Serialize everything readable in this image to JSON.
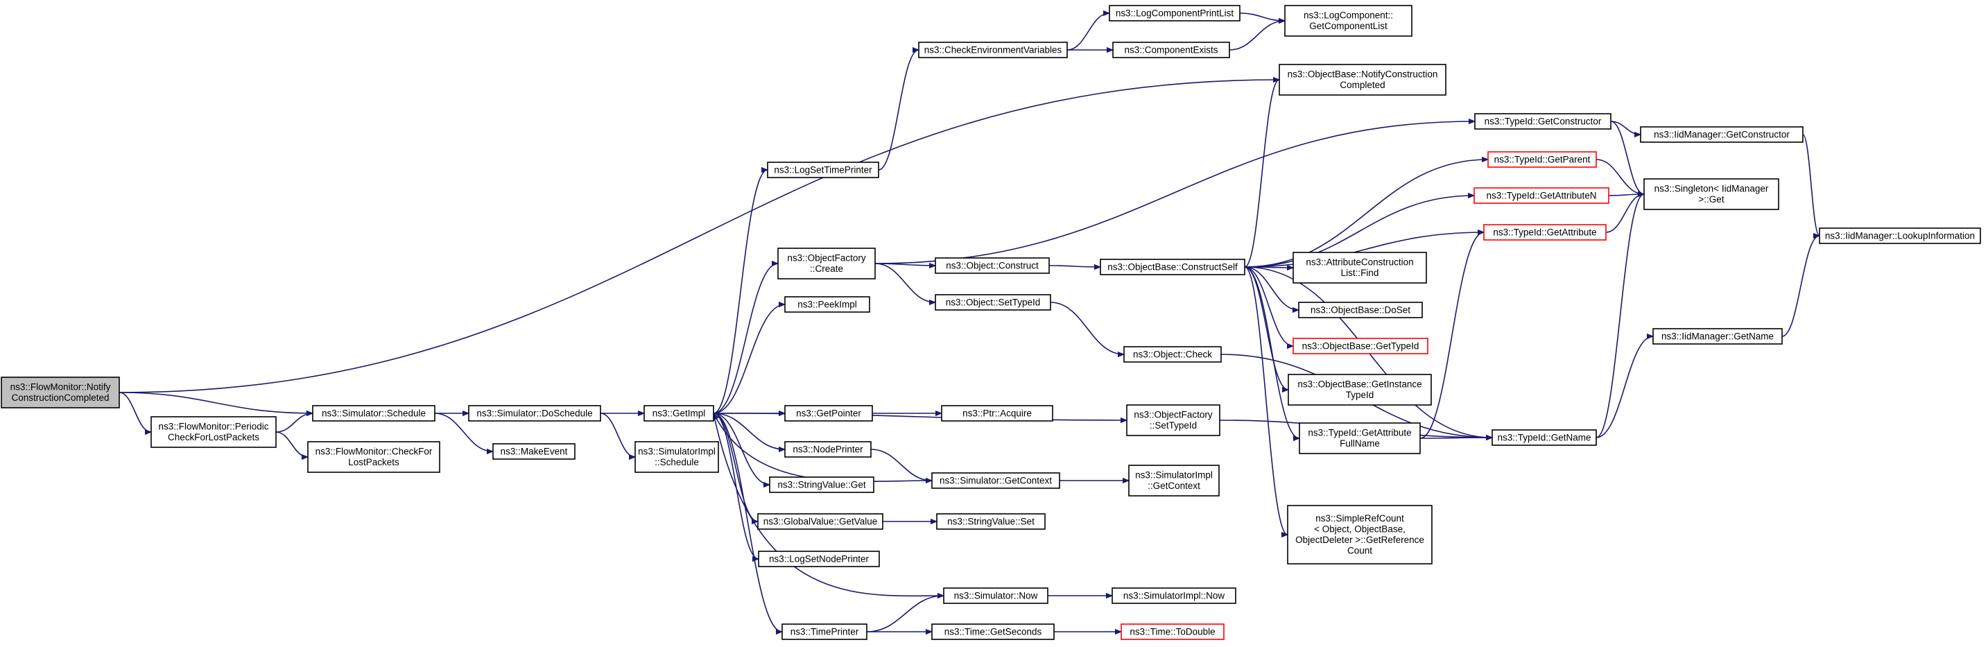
{
  "nodes": [
    {
      "id": "root",
      "lines": [
        "ns3::FlowMonitor::Notify",
        "ConstructionCompleted"
      ],
      "root": true
    },
    {
      "id": "periodic",
      "lines": [
        "ns3::FlowMonitor::Periodic",
        "CheckForLostPackets"
      ]
    },
    {
      "id": "checkfor",
      "lines": [
        "ns3::FlowMonitor::CheckFor",
        "LostPackets"
      ]
    },
    {
      "id": "schedule",
      "lines": [
        "ns3::Simulator::Schedule"
      ]
    },
    {
      "id": "makeevent",
      "lines": [
        "ns3::MakeEvent"
      ]
    },
    {
      "id": "doschedule",
      "lines": [
        "ns3::Simulator::DoSchedule"
      ]
    },
    {
      "id": "simimplsched",
      "lines": [
        "ns3::SimulatorImpl",
        "::Schedule"
      ]
    },
    {
      "id": "getimpl",
      "lines": [
        "ns3::GetImpl"
      ]
    },
    {
      "id": "logsettime",
      "lines": [
        "ns3::LogSetTimePrinter"
      ]
    },
    {
      "id": "checkenv",
      "lines": [
        "ns3::CheckEnvironmentVariables"
      ]
    },
    {
      "id": "logcomplist",
      "lines": [
        "ns3::LogComponentPrintList"
      ]
    },
    {
      "id": "compexists",
      "lines": [
        "ns3::ComponentExists"
      ]
    },
    {
      "id": "getcomplist",
      "lines": [
        "ns3::LogComponent::",
        "GetComponentList"
      ]
    },
    {
      "id": "notifyconst",
      "lines": [
        "ns3::ObjectBase::NotifyConstruction",
        "Completed"
      ]
    },
    {
      "id": "objfactcreate",
      "lines": [
        "ns3::ObjectFactory",
        "::Create"
      ]
    },
    {
      "id": "peekimpl",
      "lines": [
        "ns3::PeekImpl"
      ]
    },
    {
      "id": "getpointer",
      "lines": [
        "ns3::GetPointer"
      ]
    },
    {
      "id": "nodeprinter",
      "lines": [
        "ns3::NodePrinter"
      ]
    },
    {
      "id": "stringvalget",
      "lines": [
        "ns3::StringValue::Get"
      ]
    },
    {
      "id": "globalvalget",
      "lines": [
        "ns3::GlobalValue::GetValue"
      ]
    },
    {
      "id": "logsetnode",
      "lines": [
        "ns3::LogSetNodePrinter"
      ]
    },
    {
      "id": "timeprinter",
      "lines": [
        "ns3::TimePrinter"
      ]
    },
    {
      "id": "objconstruct",
      "lines": [
        "ns3::Object::Construct"
      ]
    },
    {
      "id": "objsettypeid",
      "lines": [
        "ns3::Object::SetTypeId"
      ]
    },
    {
      "id": "ptracquire",
      "lines": [
        "ns3::Ptr::Acquire"
      ]
    },
    {
      "id": "simgetcontext",
      "lines": [
        "ns3::Simulator::GetContext"
      ]
    },
    {
      "id": "stringvalset",
      "lines": [
        "ns3::StringValue::Set"
      ]
    },
    {
      "id": "simnow",
      "lines": [
        "ns3::Simulator::Now"
      ]
    },
    {
      "id": "timegetsec",
      "lines": [
        "ns3::Time::GetSeconds"
      ]
    },
    {
      "id": "objbaseconstself",
      "lines": [
        "ns3::ObjectBase::ConstructSelf"
      ]
    },
    {
      "id": "objcheck",
      "lines": [
        "ns3::Object::Check"
      ]
    },
    {
      "id": "objfactsettype",
      "lines": [
        "ns3::ObjectFactory",
        "::SetTypeId"
      ]
    },
    {
      "id": "simimplgetctx",
      "lines": [
        "ns3::SimulatorImpl",
        "::GetContext"
      ]
    },
    {
      "id": "simimplnow",
      "lines": [
        "ns3::SimulatorImpl::Now"
      ]
    },
    {
      "id": "timetodouble",
      "lines": [
        "ns3::Time::ToDouble"
      ],
      "red": true
    },
    {
      "id": "attrconstfind",
      "lines": [
        "ns3::AttributeConstruction",
        "List::Find"
      ]
    },
    {
      "id": "objbasedoset",
      "lines": [
        "ns3::ObjectBase::DoSet"
      ]
    },
    {
      "id": "objbasegettype",
      "lines": [
        "ns3::ObjectBase::GetTypeId"
      ],
      "red": true
    },
    {
      "id": "objbasegetinst",
      "lines": [
        "ns3::ObjectBase::GetInstance",
        "TypeId"
      ]
    },
    {
      "id": "typeidgetattrfull",
      "lines": [
        "ns3::TypeId::GetAttribute",
        "FullName"
      ]
    },
    {
      "id": "simplerefcount",
      "lines": [
        "ns3::SimpleRefCount",
        "< Object, ObjectBase,",
        "ObjectDeleter >::GetReference",
        "Count"
      ]
    },
    {
      "id": "typeidgetconst",
      "lines": [
        "ns3::TypeId::GetConstructor"
      ]
    },
    {
      "id": "typeidgetparent",
      "lines": [
        "ns3::TypeId::GetParent"
      ],
      "red": true
    },
    {
      "id": "typeidgetattrn",
      "lines": [
        "ns3::TypeId::GetAttributeN"
      ],
      "red": true
    },
    {
      "id": "typeidgetattr",
      "lines": [
        "ns3::TypeId::GetAttribute"
      ],
      "red": true
    },
    {
      "id": "typeidgetname",
      "lines": [
        "ns3::TypeId::GetName"
      ]
    },
    {
      "id": "iidmgrgetconst",
      "lines": [
        "ns3::IidManager::GetConstructor"
      ]
    },
    {
      "id": "singleton",
      "lines": [
        "ns3::Singleton< IidManager",
        ">::Get"
      ]
    },
    {
      "id": "iidmgrgetname",
      "lines": [
        "ns3::IidManager::GetName"
      ]
    },
    {
      "id": "iidmgrlookup",
      "lines": [
        "ns3::IidManager::LookupInformation"
      ]
    }
  ],
  "edges": [
    [
      "root",
      "notifyconst"
    ],
    [
      "root",
      "schedule"
    ],
    [
      "root",
      "periodic"
    ],
    [
      "periodic",
      "schedule"
    ],
    [
      "periodic",
      "checkfor"
    ],
    [
      "schedule",
      "doschedule"
    ],
    [
      "schedule",
      "makeevent"
    ],
    [
      "doschedule",
      "getimpl"
    ],
    [
      "doschedule",
      "simimplsched"
    ],
    [
      "getimpl",
      "logsettime"
    ],
    [
      "getimpl",
      "objfactcreate"
    ],
    [
      "getimpl",
      "peekimpl"
    ],
    [
      "getimpl",
      "objfactsettype"
    ],
    [
      "getimpl",
      "getpointer"
    ],
    [
      "getimpl",
      "nodeprinter"
    ],
    [
      "getimpl",
      "stringvalget"
    ],
    [
      "getimpl",
      "globalvalget"
    ],
    [
      "getimpl",
      "logsetnode"
    ],
    [
      "getimpl",
      "timeprinter"
    ],
    [
      "logsettime",
      "checkenv"
    ],
    [
      "checkenv",
      "logcomplist"
    ],
    [
      "checkenv",
      "compexists"
    ],
    [
      "logcomplist",
      "getcomplist"
    ],
    [
      "compexists",
      "getcomplist"
    ],
    [
      "objfactcreate",
      "typeidgetconst"
    ],
    [
      "objfactcreate",
      "objconstruct"
    ],
    [
      "objfactcreate",
      "objsettypeid"
    ],
    [
      "objconstruct",
      "objbaseconstself"
    ],
    [
      "objsettypeid",
      "objcheck"
    ],
    [
      "objcheck",
      "typeidgetname"
    ],
    [
      "getpointer",
      "ptracquire"
    ],
    [
      "nodeprinter",
      "simgetcontext"
    ],
    [
      "simgetcontext",
      "getimpl"
    ],
    [
      "simgetcontext",
      "simimplgetctx"
    ],
    [
      "globalvalget",
      "stringvalset"
    ],
    [
      "timeprinter",
      "simnow"
    ],
    [
      "timeprinter",
      "timegetsec"
    ],
    [
      "simnow",
      "getimpl"
    ],
    [
      "simnow",
      "simimplnow"
    ],
    [
      "timegetsec",
      "timetodouble"
    ],
    [
      "objfactsettype",
      "typeidgetname"
    ],
    [
      "objbaseconstself",
      "notifyconst"
    ],
    [
      "objbaseconstself",
      "typeidgetparent"
    ],
    [
      "objbaseconstself",
      "typeidgetattrn"
    ],
    [
      "objbaseconstself",
      "typeidgetattr"
    ],
    [
      "objbaseconstself",
      "attrconstfind"
    ],
    [
      "objbaseconstself",
      "objbasedoset"
    ],
    [
      "objbaseconstself",
      "objbasegettype"
    ],
    [
      "objbaseconstself",
      "objbasegetinst"
    ],
    [
      "objbaseconstself",
      "typeidgetattrfull"
    ],
    [
      "objbaseconstself",
      "simplerefcount"
    ],
    [
      "objbaseconstself",
      "typeidgetname"
    ],
    [
      "typeidgetattrfull",
      "typeidgetattr"
    ],
    [
      "typeidgetattrfull",
      "typeidgetname"
    ],
    [
      "typeidgetconst",
      "iidmgrgetconst"
    ],
    [
      "typeidgetconst",
      "singleton"
    ],
    [
      "typeidgetparent",
      "singleton"
    ],
    [
      "typeidgetattrn",
      "singleton"
    ],
    [
      "typeidgetattr",
      "singleton"
    ],
    [
      "typeidgetname",
      "singleton"
    ],
    [
      "typeidgetname",
      "iidmgrgetname"
    ],
    [
      "iidmgrgetconst",
      "iidmgrlookup"
    ],
    [
      "iidmgrgetname",
      "iidmgrlookup"
    ]
  ]
}
